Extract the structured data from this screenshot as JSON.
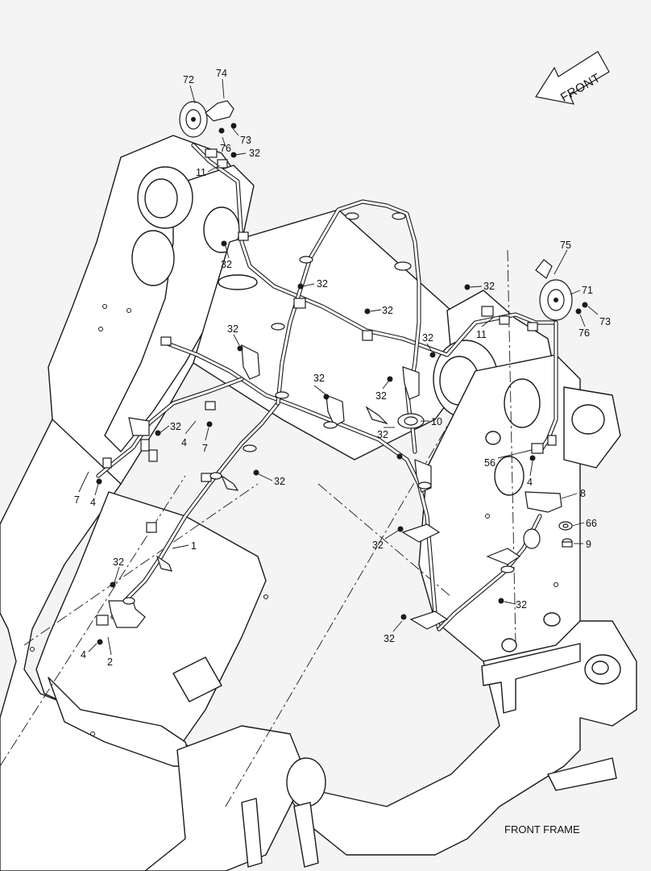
{
  "caption": "FRONT FRAME",
  "direction_indicator": "FRONT",
  "callouts": {
    "c72": "72",
    "c74": "74",
    "c73a": "73",
    "c76a": "76",
    "c32a": "32",
    "c11a": "11",
    "c32b": "32",
    "c32c": "32",
    "c75": "75",
    "c71": "71",
    "c76b": "76",
    "c73b": "73",
    "c32d": "32",
    "c32e": "32",
    "c11b": "11",
    "c32f": "32",
    "c32g": "32",
    "c32h": "32",
    "c32i": "32",
    "c10": "10",
    "c32j": "32",
    "c4a": "4",
    "c7a": "7",
    "c32k": "32",
    "c56": "56",
    "c4b": "4",
    "c7b": "7",
    "c4c": "4",
    "c8": "8",
    "c66": "66",
    "c9": "9",
    "c1": "1",
    "c32l": "32",
    "c32m": "32",
    "c32n": "32",
    "c32o": "32",
    "c4d": "4",
    "c2": "2"
  }
}
